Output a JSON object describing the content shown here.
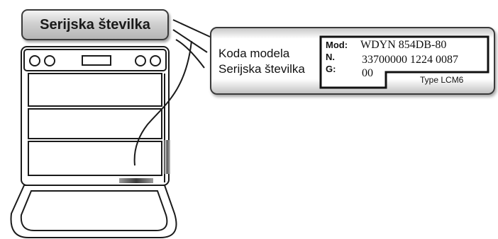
{
  "title": "Serijska številka",
  "callout": {
    "labels": {
      "model": "Koda modela",
      "serial": "Serijska številka"
    },
    "plate": {
      "mod_key": "Mod:",
      "mod_value": "WDYN 854DB-80",
      "n_key": "N.",
      "n_value": "33700000 1224 0087",
      "g_key": "G:",
      "g_value": "00",
      "type": "Type LCM6"
    }
  },
  "illustration": {
    "appliance": "dishwasher-with-open-door",
    "label_location_icon": "serial-label-location-icon"
  }
}
